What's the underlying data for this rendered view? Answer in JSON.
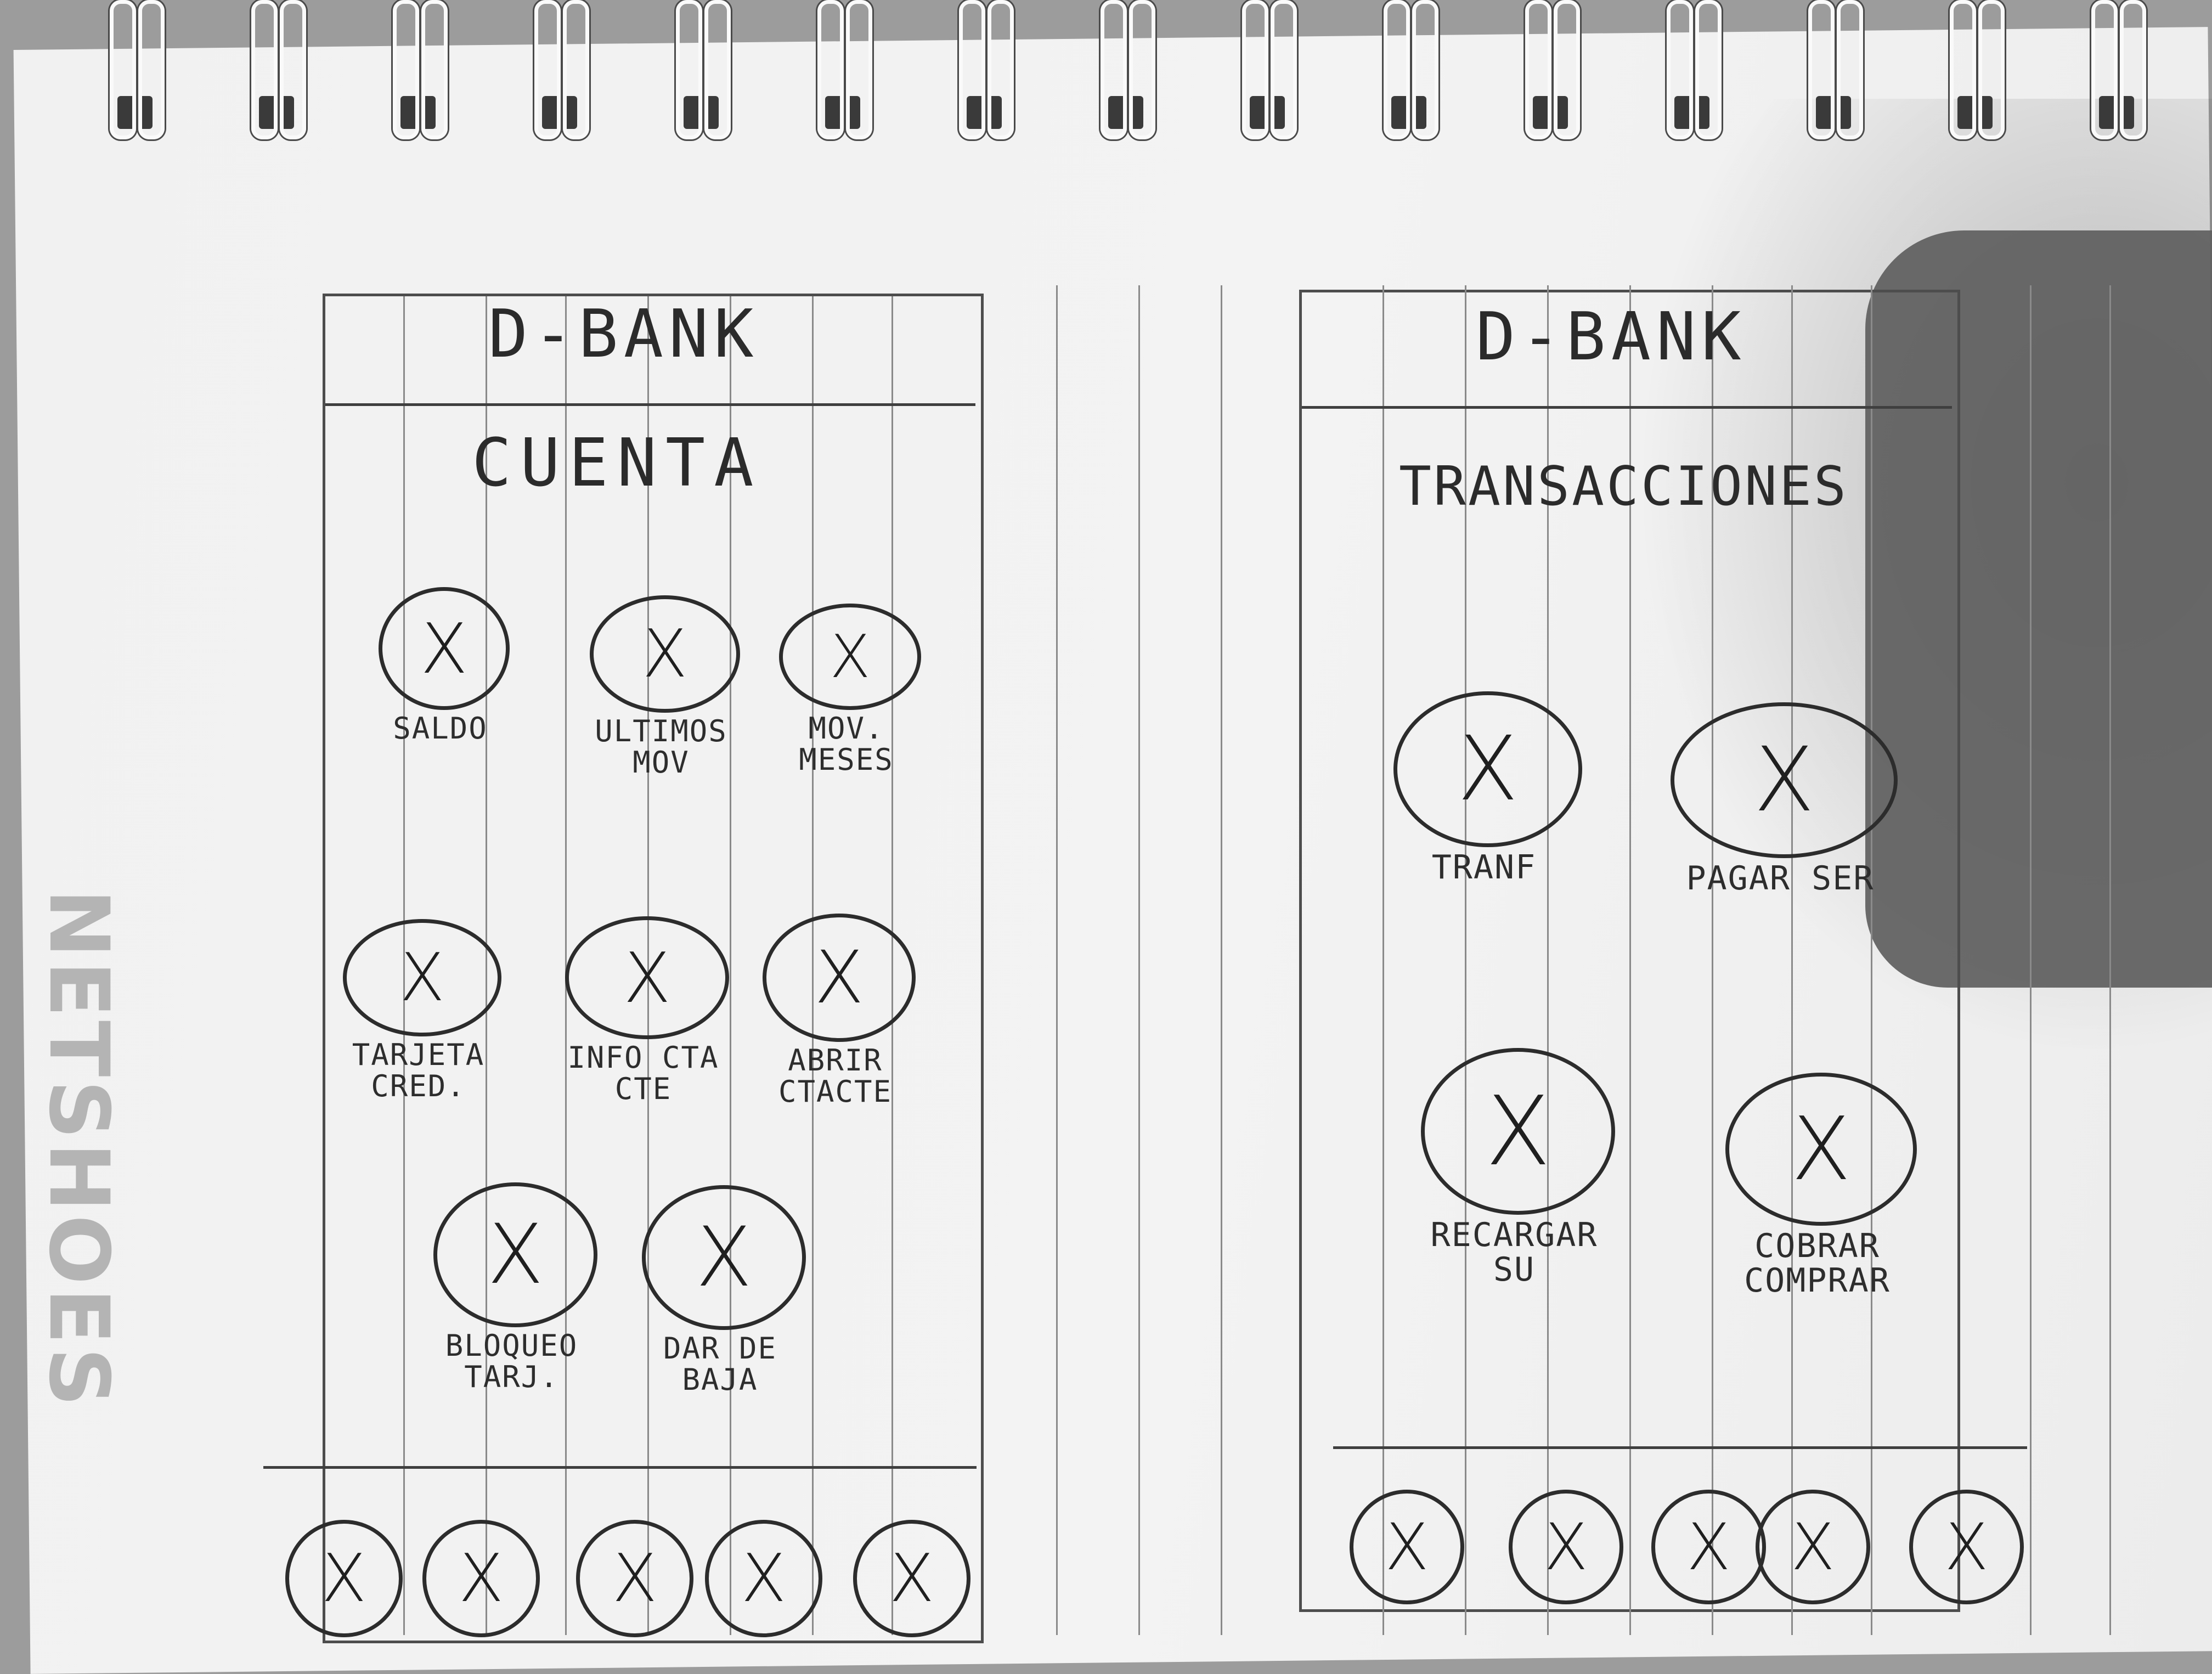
{
  "screen_left": {
    "brand": "D-BANK",
    "section_title": "CUENTA",
    "icon_glyph": "X",
    "grid": [
      {
        "icon": "x-placeholder-icon",
        "label_1": "SALDO",
        "label_2": ""
      },
      {
        "icon": "x-placeholder-icon",
        "label_1": "ULTIMOS",
        "label_2": "MOV"
      },
      {
        "icon": "x-placeholder-icon",
        "label_1": "MOV.",
        "label_2": "MESES"
      },
      {
        "icon": "x-placeholder-icon",
        "label_1": "TARJETA",
        "label_2": "CRED."
      },
      {
        "icon": "x-placeholder-icon",
        "label_1": "INFO CTA",
        "label_2": "CTE"
      },
      {
        "icon": "x-placeholder-icon",
        "label_1": "ABRIR",
        "label_2": "CTACTE"
      },
      {
        "icon": "x-placeholder-icon",
        "label_1": "BLOQUEO",
        "label_2": "TARJ."
      },
      {
        "icon": "x-placeholder-icon",
        "label_1": "DAR DE",
        "label_2": "BAJA"
      }
    ],
    "bottom_nav_count": 5
  },
  "screen_right": {
    "brand": "D-BANK",
    "section_title": "TRANSACCIONES",
    "icon_glyph": "X",
    "grid": [
      {
        "icon": "x-placeholder-icon",
        "label_1": "TRANF",
        "label_2": ""
      },
      {
        "icon": "x-placeholder-icon",
        "label_1": "PAGAR SER",
        "label_2": ""
      },
      {
        "icon": "x-placeholder-icon",
        "label_1": "RECARGAR",
        "label_2": "SU"
      },
      {
        "icon": "x-placeholder-icon",
        "label_1": "COBRAR",
        "label_2": "COMPRAR"
      }
    ],
    "bottom_nav_count": 5
  },
  "paper_print": "NETSHOES",
  "colors": {
    "paper": "#f2f2f2",
    "ink": "#2c2c2c",
    "rule": "#8a8a8a",
    "shadow": "#5e5e5e"
  }
}
